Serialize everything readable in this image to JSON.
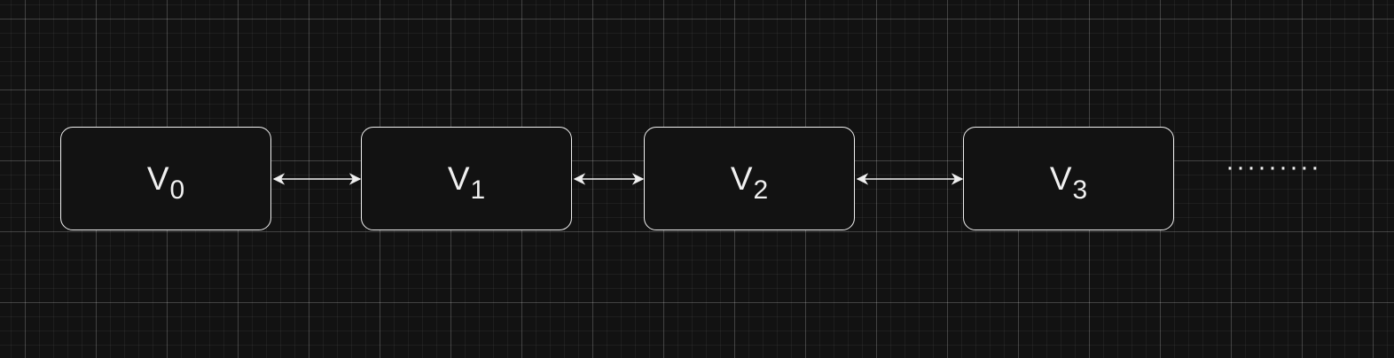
{
  "diagram": {
    "nodes": [
      {
        "id": "v0",
        "base": "V",
        "sub": "0"
      },
      {
        "id": "v1",
        "base": "V",
        "sub": "1"
      },
      {
        "id": "v2",
        "base": "V",
        "sub": "2"
      },
      {
        "id": "v3",
        "base": "V",
        "sub": "3"
      }
    ],
    "edges": [
      {
        "from": "v0",
        "to": "v1",
        "direction": "bidirectional"
      },
      {
        "from": "v1",
        "to": "v2",
        "direction": "bidirectional"
      },
      {
        "from": "v2",
        "to": "v3",
        "direction": "bidirectional"
      }
    ],
    "continuation": "·········",
    "colors": {
      "background": "#121212",
      "stroke": "#f0f0f0",
      "grid": "#3a3a3a"
    }
  }
}
